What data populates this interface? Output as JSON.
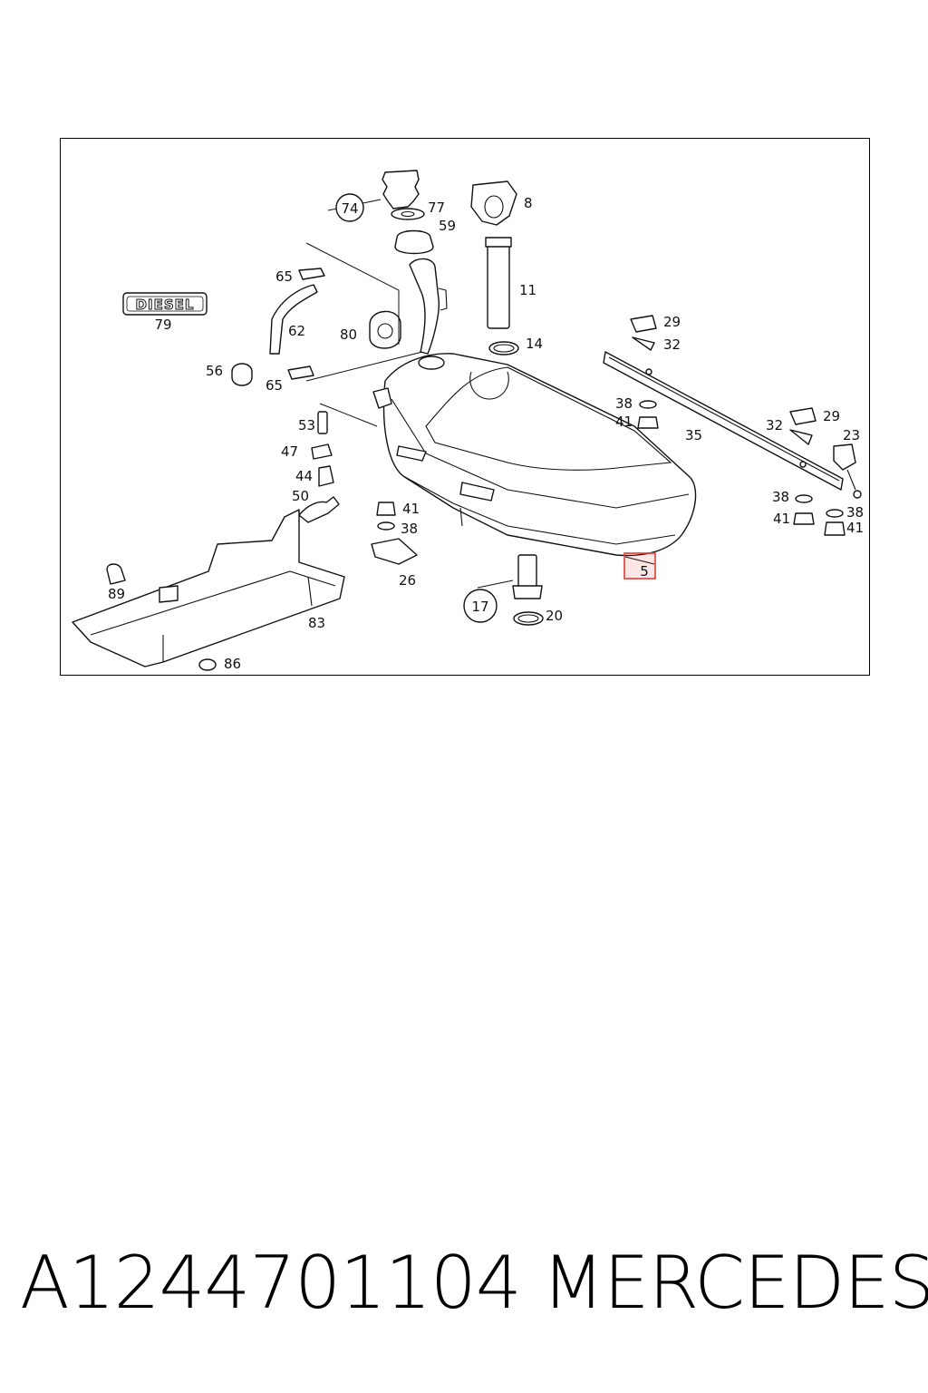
{
  "diagram": {
    "badge_text": "DIESEL",
    "callouts": {
      "c5": "5",
      "c8": "8",
      "c11": "11",
      "c14": "14",
      "c17": "17",
      "c20": "20",
      "c23": "23",
      "c26": "26",
      "c29a": "29",
      "c29b": "29",
      "c32a": "32",
      "c32b": "32",
      "c35": "35",
      "c38a": "38",
      "c38b": "38",
      "c38c": "38",
      "c38d": "38",
      "c41a": "41",
      "c41b": "41",
      "c41c": "41",
      "c41d": "41",
      "c44": "44",
      "c47": "47",
      "c50": "50",
      "c53": "53",
      "c56": "56",
      "c59": "59",
      "c62": "62",
      "c65a": "65",
      "c65b": "65",
      "c74": "74",
      "c77": "77",
      "c79": "79",
      "c80": "80",
      "c83": "83",
      "c86": "86",
      "c89": "89"
    },
    "highlight_color": "#e53935"
  },
  "footer": {
    "part_number": "A1244701104",
    "brand": "MERCEDES"
  }
}
